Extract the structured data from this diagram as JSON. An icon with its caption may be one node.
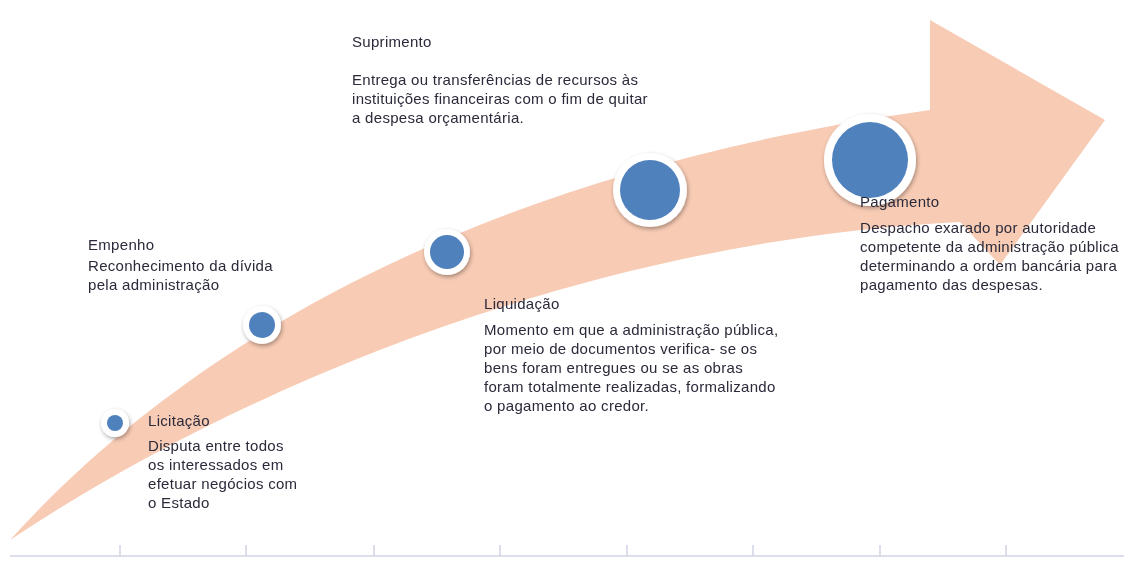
{
  "diagram": {
    "labels": [
      "Licitação",
      "Disputa entre todos os interessados em efetuar negócios com o Estado",
      "Empenho",
      "Reconhecimento da dívida pela administração",
      "Liquidação",
      "Momento em que a administração pública, por meio de documentos verifica- se os bens foram entregues ou se as obras foram totalmente realizadas, formalizando o pagamento ao credor.",
      "Suprimento",
      "Entrega ou transferências de recursos às instituições financeiras com o fim de quitar a despesa orçamentária.",
      "Pagamento",
      "Despacho exarado por autoridade competente da administração pública determinando a ordem bancária para pagamento das despesas."
    ]
  }
}
